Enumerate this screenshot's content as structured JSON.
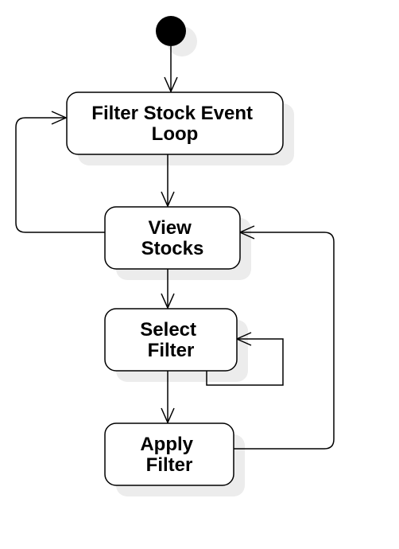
{
  "colors": {
    "stroke": "#000000",
    "fill": "#ffffff",
    "shadow": "#ececec",
    "text": "#000000"
  },
  "nodes": {
    "filter_stock_event_loop": {
      "line1": "Filter Stock Event",
      "line2": "Loop"
    },
    "view_stocks": {
      "line1": "View",
      "line2": "Stocks"
    },
    "select_filter": {
      "line1": "Select",
      "line2": "Filter"
    },
    "apply_filter": {
      "line1": "Apply",
      "line2": "Filter"
    }
  }
}
